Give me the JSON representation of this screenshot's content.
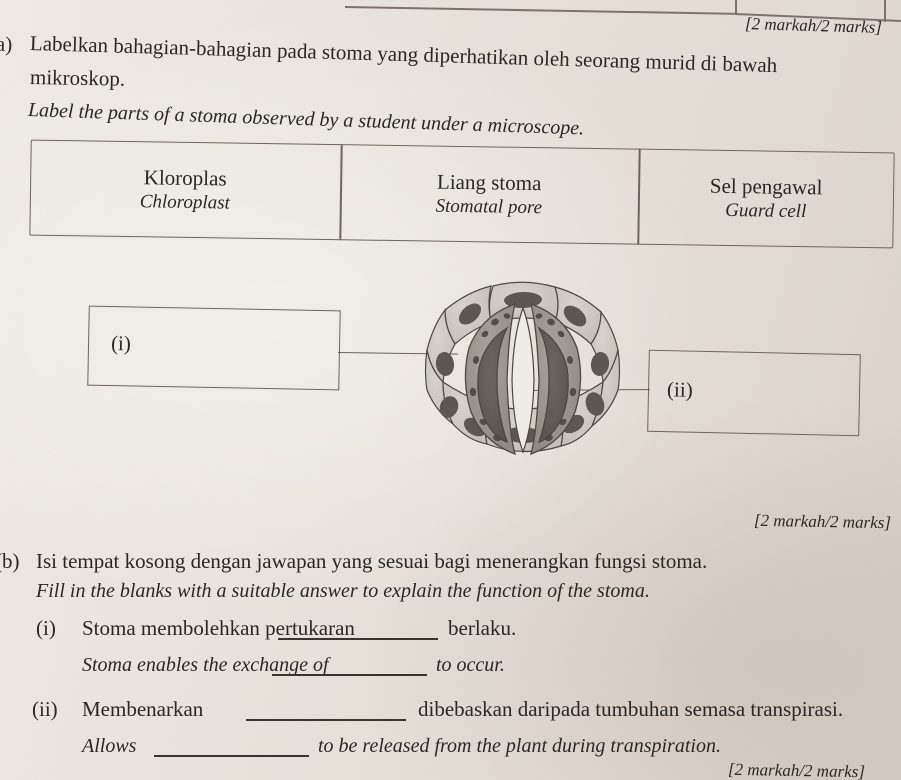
{
  "page": {
    "paper_color": "#e9e4de",
    "ink_color": "#2b2724"
  },
  "marks_top": "[2 markah/2 marks]",
  "question_a": {
    "label": "a)",
    "malay_line1": "Labelkan bahagian-bahagian pada stoma yang diperhatikan oleh seorang murid di bawah",
    "malay_line2": "mikroskop.",
    "english": "Label the parts of a stoma observed by a student under a microscope."
  },
  "labels_table": {
    "columns": [
      {
        "malay": "Kloroplas",
        "english": "Chloroplast"
      },
      {
        "malay": "Liang stoma",
        "english": "Stomatal pore"
      },
      {
        "malay": "Sel pengawal",
        "english": "Guard cell"
      }
    ]
  },
  "answer_boxes": [
    {
      "roman": "(i)",
      "value": ""
    },
    {
      "roman": "(ii)",
      "value": ""
    }
  ],
  "diagram": {
    "name": "stoma-cross-section",
    "caption": "",
    "epidermal_cell_fill": "#cdc8c1",
    "guard_cell_fill": "#9a938c",
    "nucleus_fill": "#5d5751",
    "pore_fill": "#efebe6",
    "outline_color": "#4f4741",
    "epidermal_cell_count": 10,
    "guard_cell_count": 2
  },
  "marks_mid": "[2 markah/2 marks]",
  "question_b": {
    "label": "(b)",
    "malay": "Isi tempat kosong dengan jawapan yang sesuai bagi menerangkan fungsi stoma.",
    "english": "Fill in the blanks with a suitable answer to explain the function of the stoma.",
    "items": [
      {
        "roman": "(i)",
        "malay_before": "Stoma membolehkan pertukaran",
        "malay_after": "berlaku.",
        "malay_answer": "",
        "english_before": "Stoma enables the exchange of",
        "english_after": "to occur.",
        "english_answer": ""
      },
      {
        "roman": "(ii)",
        "malay_before": "Membenarkan",
        "malay_after": "dibebaskan daripada tumbuhan semasa transpirasi.",
        "malay_answer": "",
        "english_before": "Allows",
        "english_after": "to be released from the plant during transpiration.",
        "english_answer": ""
      }
    ]
  },
  "marks_bottom": "[2 markah/2 marks]"
}
